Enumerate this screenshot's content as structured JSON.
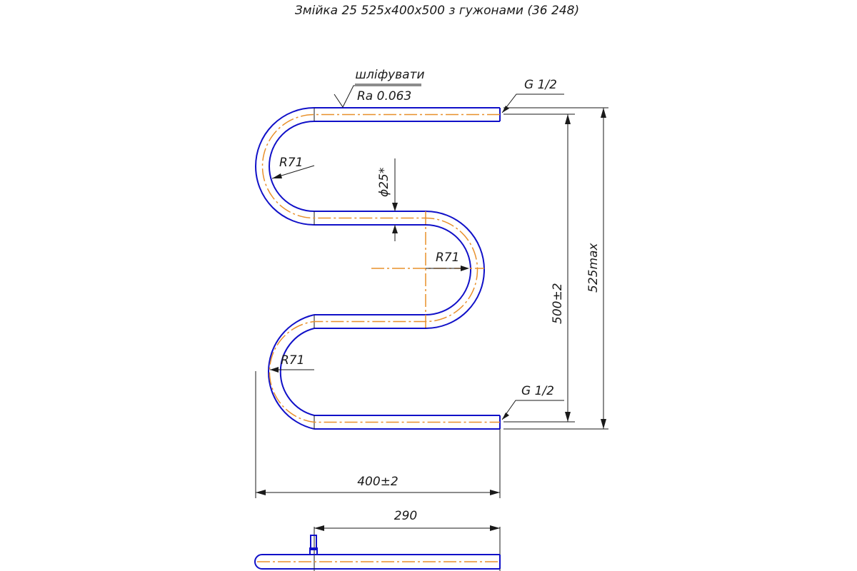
{
  "title": "Змійка 25  525x400x500 з гужонами (36 248)",
  "annotations": {
    "surface_note": "шліфувати",
    "roughness": "Ra 0.063",
    "thread_top": "G 1/2",
    "thread_bottom": "G 1/2",
    "diameter": "ϕ25*",
    "radius_upper": "R71",
    "radius_middle": "R71",
    "radius_lower": "R71"
  },
  "dimensions": {
    "height_total": "525max",
    "height_centers": "500±2",
    "width": "400±2",
    "side_length": "290"
  },
  "colors": {
    "pipe": "#1010c8",
    "centerline": "#e8902a",
    "dimension": "#1a1a1a"
  }
}
